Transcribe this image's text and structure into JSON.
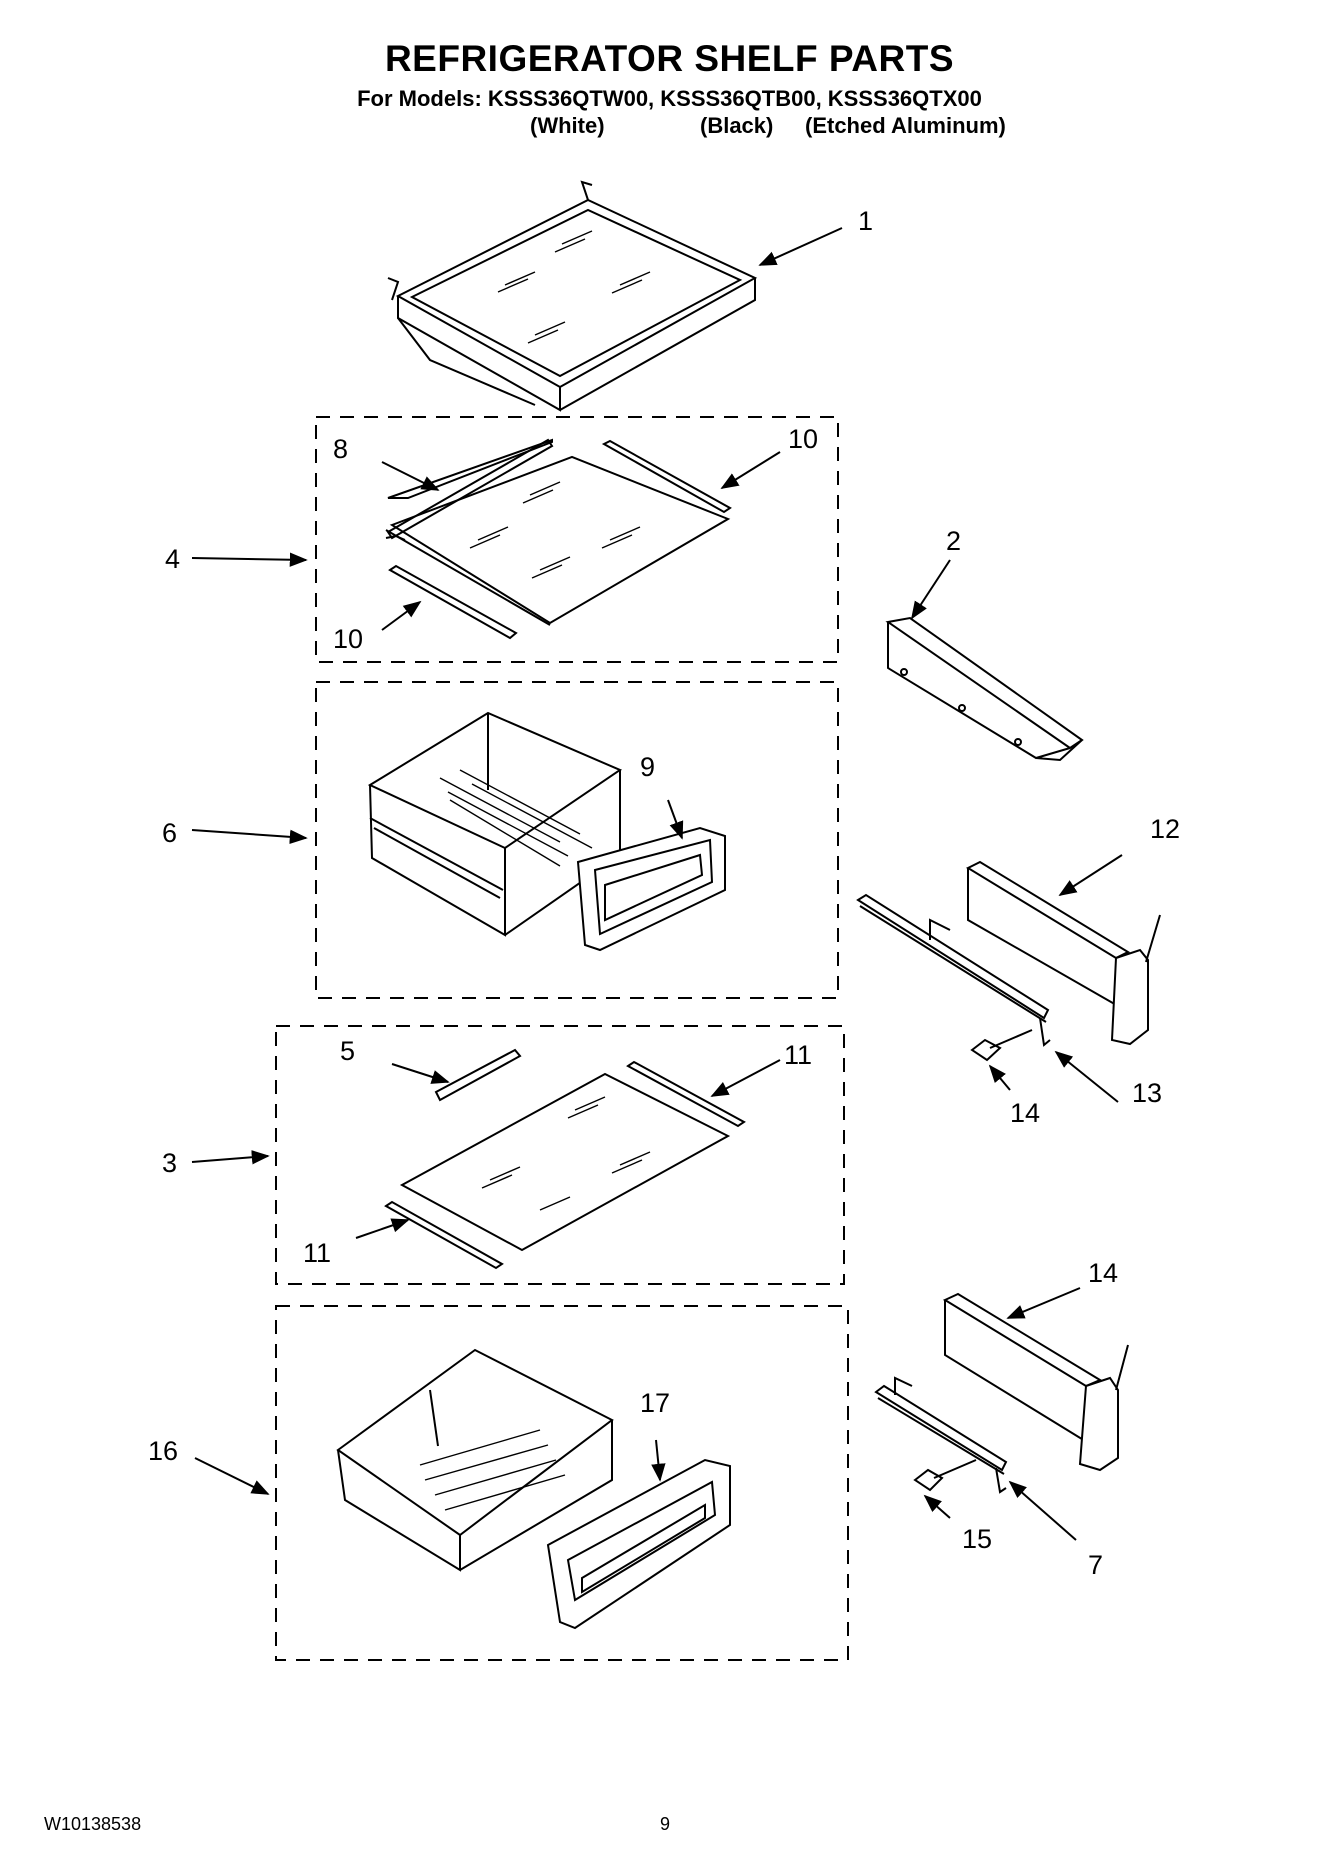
{
  "header": {
    "title": "REFRIGERATOR SHELF PARTS",
    "models_line": "For Models: KSSS36QTW00, KSSS36QTB00, KSSS36QTX00",
    "color_white": "(White)",
    "color_black": "(Black)",
    "color_aluminum": "(Etched Aluminum)"
  },
  "callouts": {
    "c1": "1",
    "c2": "2",
    "c3": "3",
    "c4": "4",
    "c5": "5",
    "c6": "6",
    "c7": "7",
    "c8": "8",
    "c9": "9",
    "c10a": "10",
    "c10b": "10",
    "c11a": "11",
    "c11b": "11",
    "c12": "12",
    "c13": "13",
    "c14a": "14",
    "c14b": "14",
    "c15": "15",
    "c16": "16",
    "c17": "17"
  },
  "footer": {
    "doc_number": "W10138538",
    "page_number": "9"
  }
}
